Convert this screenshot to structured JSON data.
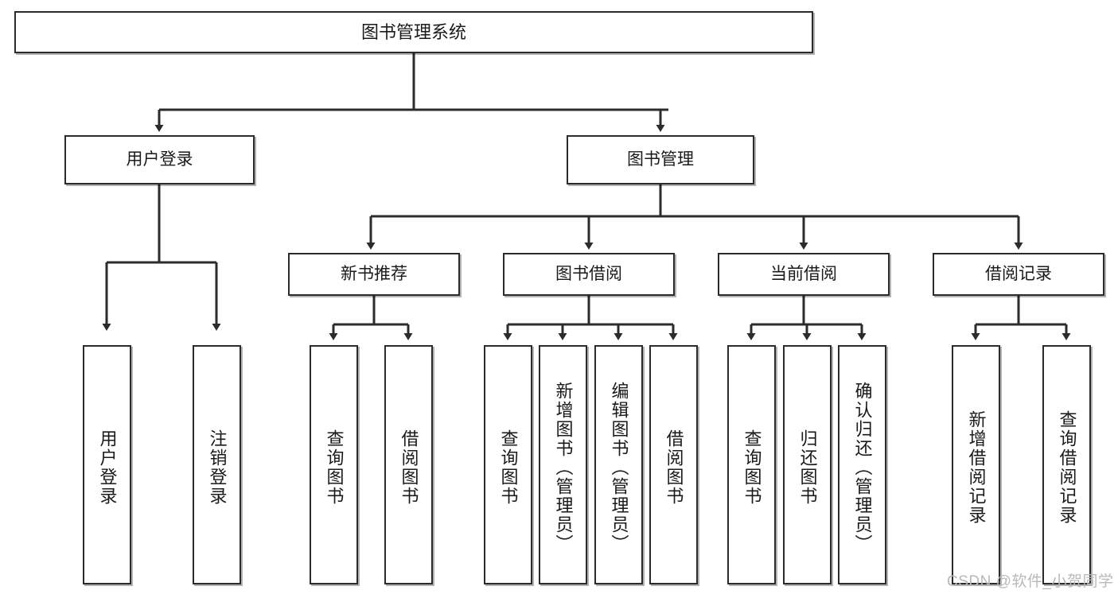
{
  "diagram": {
    "title": "图书管理系统",
    "watermark": "CSDN @软件_小贺同学",
    "colors": {
      "box_border": "#2b2b2b",
      "box_fill": "#ffffff",
      "edge": "#2b2b2b",
      "text": "#1a1a1a",
      "watermark": "#b9b9b9",
      "background": "#ffffff"
    },
    "nodes": {
      "root": {
        "label": "图书管理系统"
      },
      "level2": [
        {
          "id": "user-login",
          "label": "用户登录"
        },
        {
          "id": "book-management",
          "label": "图书管理"
        }
      ],
      "level3": [
        {
          "id": "new-book-recommend",
          "label": "新书推荐"
        },
        {
          "id": "book-borrow",
          "label": "图书借阅"
        },
        {
          "id": "current-borrow",
          "label": "当前借阅"
        },
        {
          "id": "borrow-record",
          "label": "借阅记录"
        }
      ],
      "leaves": [
        {
          "id": "leaf-user-login",
          "label": "用户登录",
          "parent": "user-login"
        },
        {
          "id": "leaf-logout",
          "label": "注销登录",
          "parent": "user-login"
        },
        {
          "id": "leaf-query-book-1",
          "label": "查询图书",
          "parent": "new-book-recommend"
        },
        {
          "id": "leaf-borrow-book-1",
          "label": "借阅图书",
          "parent": "new-book-recommend"
        },
        {
          "id": "leaf-query-book-2",
          "label": "查询图书",
          "parent": "book-borrow"
        },
        {
          "id": "leaf-add-book",
          "label": "新增图书（管理员）",
          "parent": "book-borrow"
        },
        {
          "id": "leaf-edit-book",
          "label": "编辑图书（管理员）",
          "parent": "book-borrow"
        },
        {
          "id": "leaf-borrow-book-2",
          "label": "借阅图书",
          "parent": "book-borrow"
        },
        {
          "id": "leaf-query-book-3",
          "label": "查询图书",
          "parent": "current-borrow"
        },
        {
          "id": "leaf-return-book",
          "label": "归还图书",
          "parent": "current-borrow"
        },
        {
          "id": "leaf-confirm-return",
          "label": "确认归还（管理员）",
          "parent": "current-borrow"
        },
        {
          "id": "leaf-add-record",
          "label": "新增借阅记录",
          "parent": "borrow-record"
        },
        {
          "id": "leaf-query-record",
          "label": "查询借阅记录",
          "parent": "borrow-record"
        }
      ]
    }
  }
}
